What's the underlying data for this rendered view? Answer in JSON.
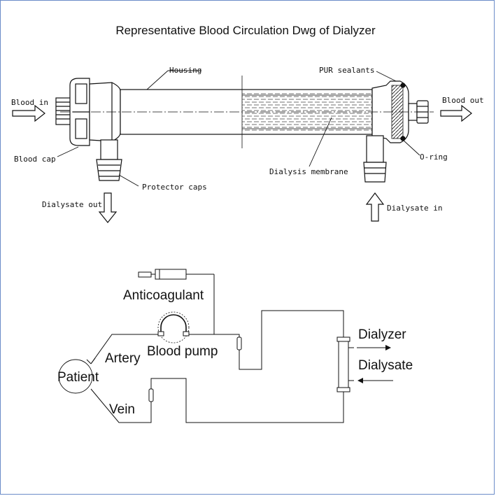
{
  "title": "Representative Blood Circulation Dwg of  Dialyzer",
  "dialyzer_drawing": {
    "labels": {
      "housing": "Housing",
      "pur_sealants": "PUR sealants",
      "blood_in": "Blood in",
      "blood_out": "Blood out",
      "blood_cap": "Blood cap",
      "o_ring": "O-ring",
      "dialysis_membrane": "Dialysis membrane",
      "protector_caps": "Protector caps",
      "dialysate_out": "Dialysate out",
      "dialysate_in": "Dialysate in"
    }
  },
  "circuit_diagram": {
    "labels": {
      "anticoagulant": "Anticoagulant",
      "blood_pump": "Blood pump",
      "artery": "Artery",
      "patient": "Patient",
      "vein": "Vein",
      "dialyzer": "Dialyzer",
      "dialysate": "Dialysate"
    }
  }
}
